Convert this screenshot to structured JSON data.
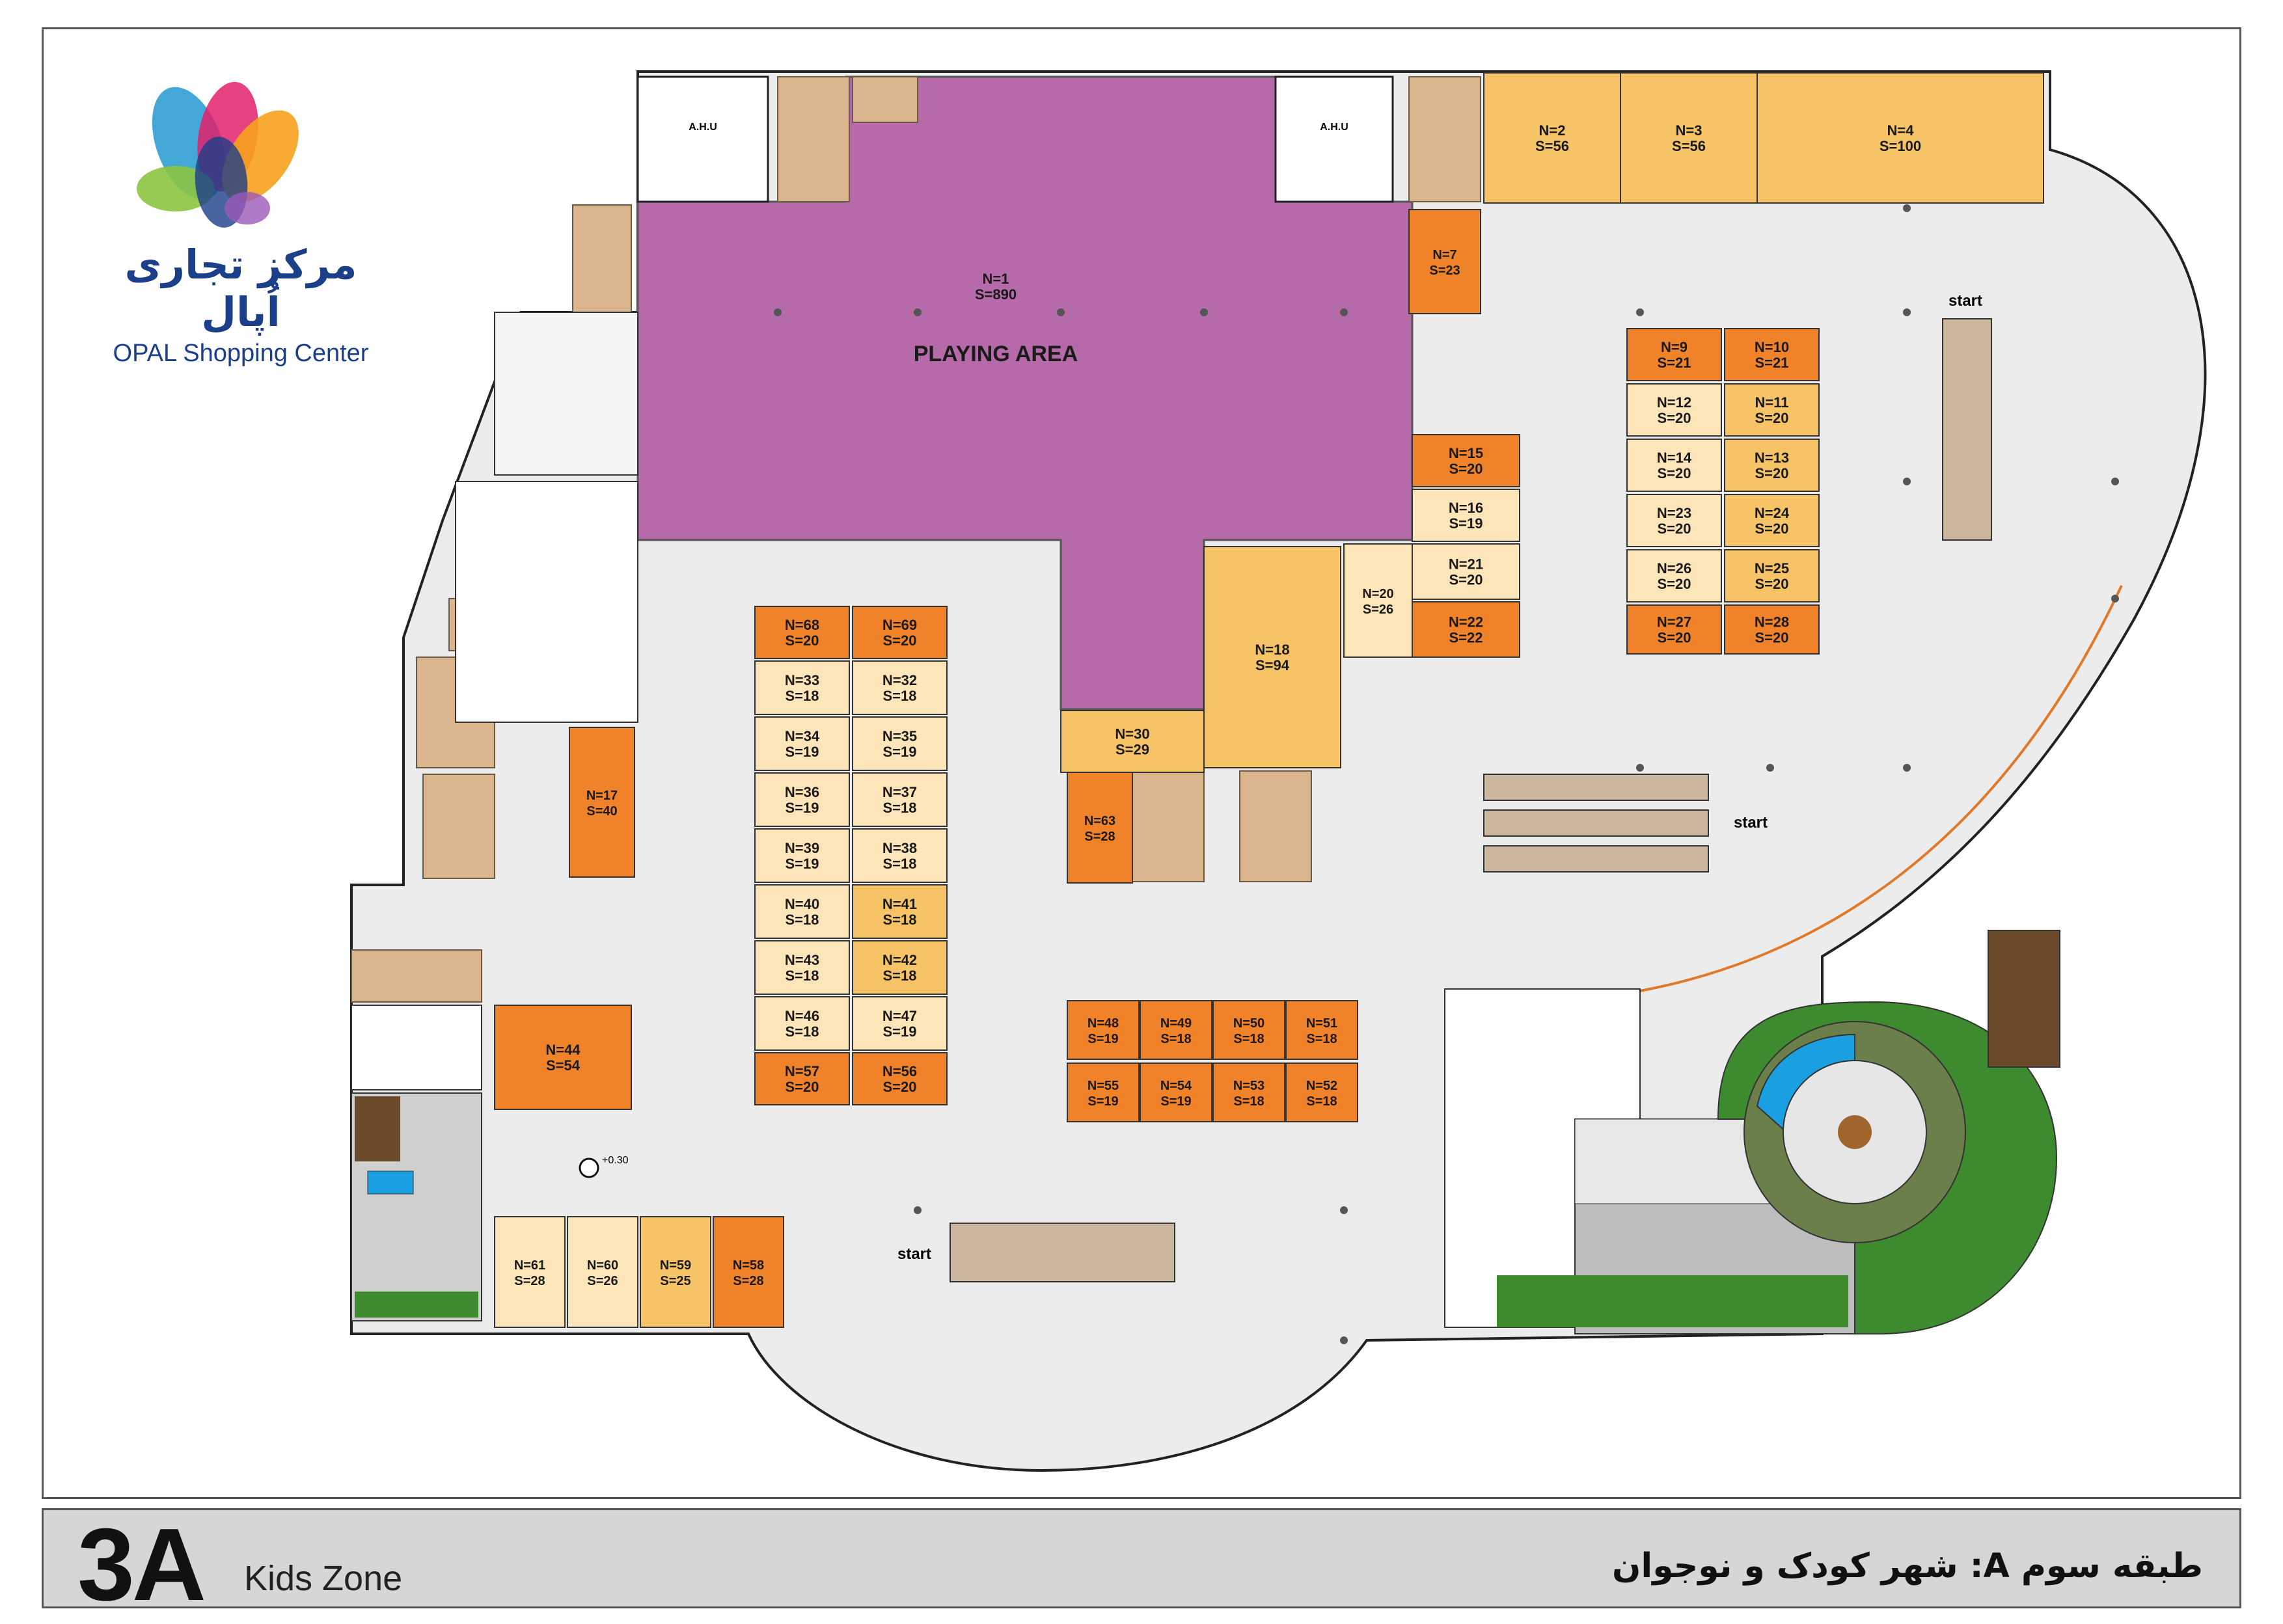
{
  "brand": {
    "name_fa": "مرکز تجاری اُپال",
    "name_en": "OPAL Shopping Center"
  },
  "footer": {
    "floor_code": "3A",
    "zone_en": "Kids Zone",
    "floor_fa": "طبقه سوم A: شهر کودک و نوجوان"
  },
  "plan": {
    "playing_area_label": "PLAYING AREA",
    "level_mark": "+0.30",
    "ahu_label": "A.H.U",
    "escalator_label": "start",
    "colors": {
      "purple": "#b66aa9",
      "orange": "#f0822a",
      "gold": "#f6c466",
      "light": "#fde5ba",
      "floor": "#ececec",
      "stair": "#d9b48c",
      "green": "#3e8a2e",
      "water": "#1a9fe0"
    }
  },
  "units": [
    {
      "n": "N=1",
      "s": "S=890"
    },
    {
      "n": "N=2",
      "s": "S=56"
    },
    {
      "n": "N=3",
      "s": "S=56"
    },
    {
      "n": "N=4",
      "s": "S=100"
    },
    {
      "n": "N=7",
      "s": "S=23"
    },
    {
      "n": "N=9",
      "s": "S=21"
    },
    {
      "n": "N=10",
      "s": "S=21"
    },
    {
      "n": "N=12",
      "s": "S=20"
    },
    {
      "n": "N=11",
      "s": "S=20"
    },
    {
      "n": "N=14",
      "s": "S=20"
    },
    {
      "n": "N=13",
      "s": "S=20"
    },
    {
      "n": "N=23",
      "s": "S=20"
    },
    {
      "n": "N=24",
      "s": "S=20"
    },
    {
      "n": "N=26",
      "s": "S=20"
    },
    {
      "n": "N=25",
      "s": "S=20"
    },
    {
      "n": "N=27",
      "s": "S=20"
    },
    {
      "n": "N=28",
      "s": "S=20"
    },
    {
      "n": "N=15",
      "s": "S=20"
    },
    {
      "n": "N=16",
      "s": "S=19"
    },
    {
      "n": "N=21",
      "s": "S=20"
    },
    {
      "n": "N=22",
      "s": "S=22"
    },
    {
      "n": "N=20",
      "s": "S=26"
    },
    {
      "n": "N=18",
      "s": "S=94"
    },
    {
      "n": "N=30",
      "s": "S=29"
    },
    {
      "n": "N=63",
      "s": "S=28"
    },
    {
      "n": "N=68",
      "s": "S=20"
    },
    {
      "n": "N=69",
      "s": "S=20"
    },
    {
      "n": "N=33",
      "s": "S=18"
    },
    {
      "n": "N=32",
      "s": "S=18"
    },
    {
      "n": "N=34",
      "s": "S=19"
    },
    {
      "n": "N=35",
      "s": "S=19"
    },
    {
      "n": "N=36",
      "s": "S=19"
    },
    {
      "n": "N=37",
      "s": "S=18"
    },
    {
      "n": "N=39",
      "s": "S=19"
    },
    {
      "n": "N=38",
      "s": "S=18"
    },
    {
      "n": "N=40",
      "s": "S=18"
    },
    {
      "n": "N=41",
      "s": "S=18"
    },
    {
      "n": "N=43",
      "s": "S=18"
    },
    {
      "n": "N=42",
      "s": "S=18"
    },
    {
      "n": "N=46",
      "s": "S=18"
    },
    {
      "n": "N=47",
      "s": "S=19"
    },
    {
      "n": "N=57",
      "s": "S=20"
    },
    {
      "n": "N=56",
      "s": "S=20"
    },
    {
      "n": "N=17",
      "s": "S=40"
    },
    {
      "n": "N=44",
      "s": "S=54"
    },
    {
      "n": "N=61",
      "s": "S=28"
    },
    {
      "n": "N=60",
      "s": "S=26"
    },
    {
      "n": "N=59",
      "s": "S=25"
    },
    {
      "n": "N=58",
      "s": "S=28"
    },
    {
      "n": "N=48",
      "s": "S=19"
    },
    {
      "n": "N=49",
      "s": "S=18"
    },
    {
      "n": "N=50",
      "s": "S=18"
    },
    {
      "n": "N=51",
      "s": "S=18"
    },
    {
      "n": "N=55",
      "s": "S=19"
    },
    {
      "n": "N=54",
      "s": "S=19"
    },
    {
      "n": "N=53",
      "s": "S=18"
    },
    {
      "n": "N=52",
      "s": "S=18"
    }
  ]
}
